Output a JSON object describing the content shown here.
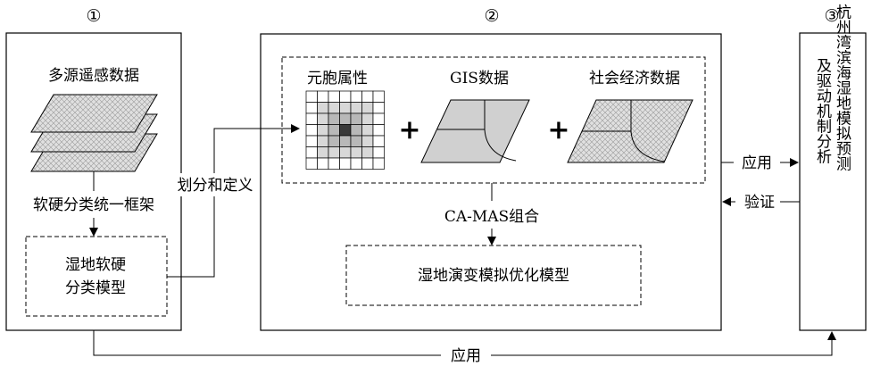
{
  "panels": {
    "p1": {
      "marker": "①",
      "title": "多源遥感数据",
      "framework": "软硬分类统一框架",
      "model_line1": "湿地软硬",
      "model_line2": "分类模型"
    },
    "p2": {
      "marker": "②",
      "cell_title": "元胞属性",
      "gis_title": "GIS数据",
      "socio_title": "社会经济数据",
      "combine_label": "CA-MAS组合",
      "optim_model": "湿地演变模拟优化模型",
      "plus": "+"
    },
    "p3": {
      "marker": "③",
      "col1": "杭州湾滨海湿地模拟预测",
      "col2": "及驱动机制分析"
    }
  },
  "arrows": {
    "divide_define": "划分和定义",
    "apply_right": "应用",
    "verify": "验证",
    "apply_bottom": "应用"
  },
  "colors": {
    "stroke": "#000000",
    "grid_light": "#d8d8d8",
    "grid_mid": "#b8b8b8",
    "grid_dark": "#3a3a3a",
    "layer_fill": "#d0d0d0"
  }
}
